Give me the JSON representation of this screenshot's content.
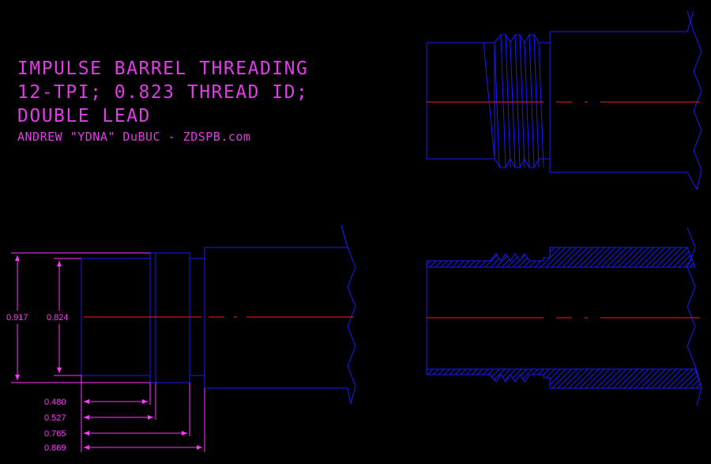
{
  "title": {
    "line1": "IMPULSE BARREL THREADING",
    "line2": "12-TPI; 0.823 THREAD ID;",
    "line3": "DOUBLE LEAD",
    "credit": "ANDREW \"YDNA\" DuBUC - ZDSPB.com"
  },
  "dimensions": {
    "outer_diameter": "0.917",
    "thread_diameter": "0.824",
    "len_1": "0.480",
    "len_2": "0.527",
    "len_3": "0.765",
    "len_4": "0.869"
  },
  "colors": {
    "outline": "#1a1aff",
    "centerline": "#ff1a1a",
    "dimension": "#ff39ff",
    "text": "#e23ce6",
    "background": "#000000"
  }
}
